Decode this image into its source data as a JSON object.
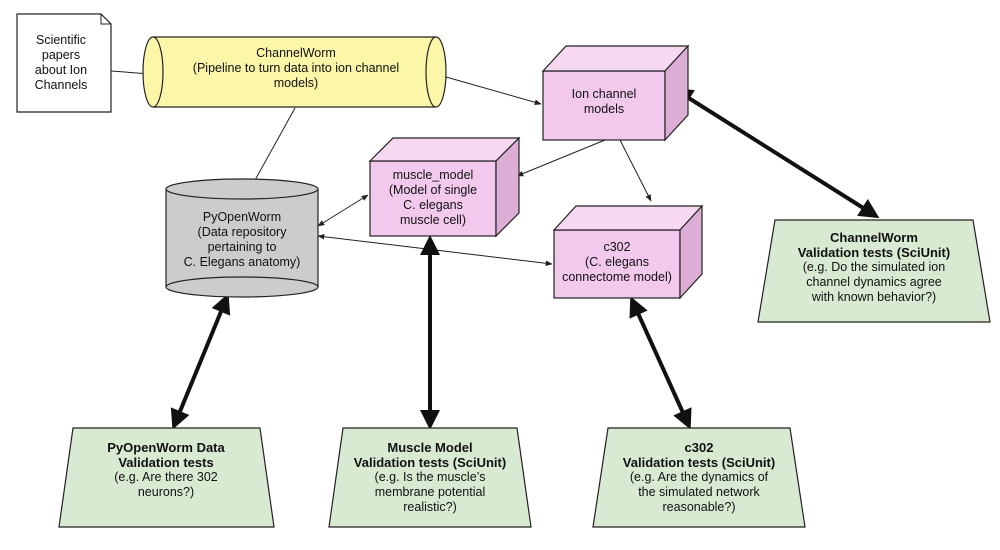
{
  "colors": {
    "pipeline_fill": "#fcf6a8",
    "model_fill": "#f2c9ec",
    "database_fill": "#cccccc",
    "validation_fill": "#d9ead3",
    "document_fill": "#ffffff",
    "stroke": "#222222"
  },
  "nodes": {
    "papers": {
      "shape": "document",
      "lines": [
        "Scientific",
        "papers",
        "about Ion",
        "Channels"
      ]
    },
    "channelworm": {
      "shape": "cylinder-horizontal",
      "lines": [
        "ChannelWorm",
        "(Pipeline to turn data into ion channel",
        "models)"
      ]
    },
    "ion_channel_models": {
      "shape": "3d-box",
      "lines": [
        "Ion channel",
        "models"
      ]
    },
    "muscle_model": {
      "shape": "3d-box",
      "lines": [
        "muscle_model",
        "(Model of single",
        "C. elegans",
        "muscle cell)"
      ]
    },
    "pyopenworm": {
      "shape": "cylinder-vertical",
      "lines": [
        "PyOpenWorm",
        "(Data repository",
        "pertaining to",
        "C. Elegans anatomy)"
      ]
    },
    "c302": {
      "shape": "3d-box",
      "lines": [
        "c302",
        "(C. elegans",
        "connectome model)"
      ]
    },
    "channelworm_validation": {
      "shape": "trapezoid",
      "title": [
        "ChannelWorm",
        "Validation tests (SciUnit)"
      ],
      "lines": [
        "(e.g. Do the simulated ion",
        "channel dynamics agree",
        "with known behavior?)"
      ]
    },
    "pyopenworm_validation": {
      "shape": "trapezoid",
      "title": [
        "PyOpenWorm Data",
        "Validation tests"
      ],
      "lines": [
        "(e.g. Are there 302",
        "neurons?)"
      ]
    },
    "muscle_validation": {
      "shape": "trapezoid",
      "title": [
        "Muscle Model",
        "Validation tests (SciUnit)"
      ],
      "lines": [
        "(e.g. Is the muscle’s",
        "membrane potential",
        "realistic?)"
      ]
    },
    "c302_validation": {
      "shape": "trapezoid",
      "title": [
        "c302",
        "Validation tests (SciUnit)"
      ],
      "lines": [
        "(e.g. Are the dynamics of",
        "the simulated network",
        "reasonable?)"
      ]
    }
  },
  "edges": [
    {
      "from": "papers",
      "to": "channelworm",
      "style": "thin",
      "direction": "forward"
    },
    {
      "from": "channelworm",
      "to": "ion_channel_models",
      "style": "thin",
      "direction": "forward"
    },
    {
      "from": "channelworm",
      "to": "pyopenworm",
      "style": "thin",
      "direction": "forward"
    },
    {
      "from": "ion_channel_models",
      "to": "muscle_model",
      "style": "thin",
      "direction": "forward"
    },
    {
      "from": "ion_channel_models",
      "to": "c302",
      "style": "thin",
      "direction": "forward"
    },
    {
      "from": "pyopenworm",
      "to": "muscle_model",
      "style": "thin",
      "direction": "both"
    },
    {
      "from": "pyopenworm",
      "to": "c302",
      "style": "thin",
      "direction": "both"
    },
    {
      "from": "ion_channel_models",
      "to": "channelworm_validation",
      "style": "thick",
      "direction": "both"
    },
    {
      "from": "pyopenworm",
      "to": "pyopenworm_validation",
      "style": "thick",
      "direction": "both"
    },
    {
      "from": "muscle_model",
      "to": "muscle_validation",
      "style": "thick",
      "direction": "both"
    },
    {
      "from": "c302",
      "to": "c302_validation",
      "style": "thick",
      "direction": "both"
    }
  ]
}
